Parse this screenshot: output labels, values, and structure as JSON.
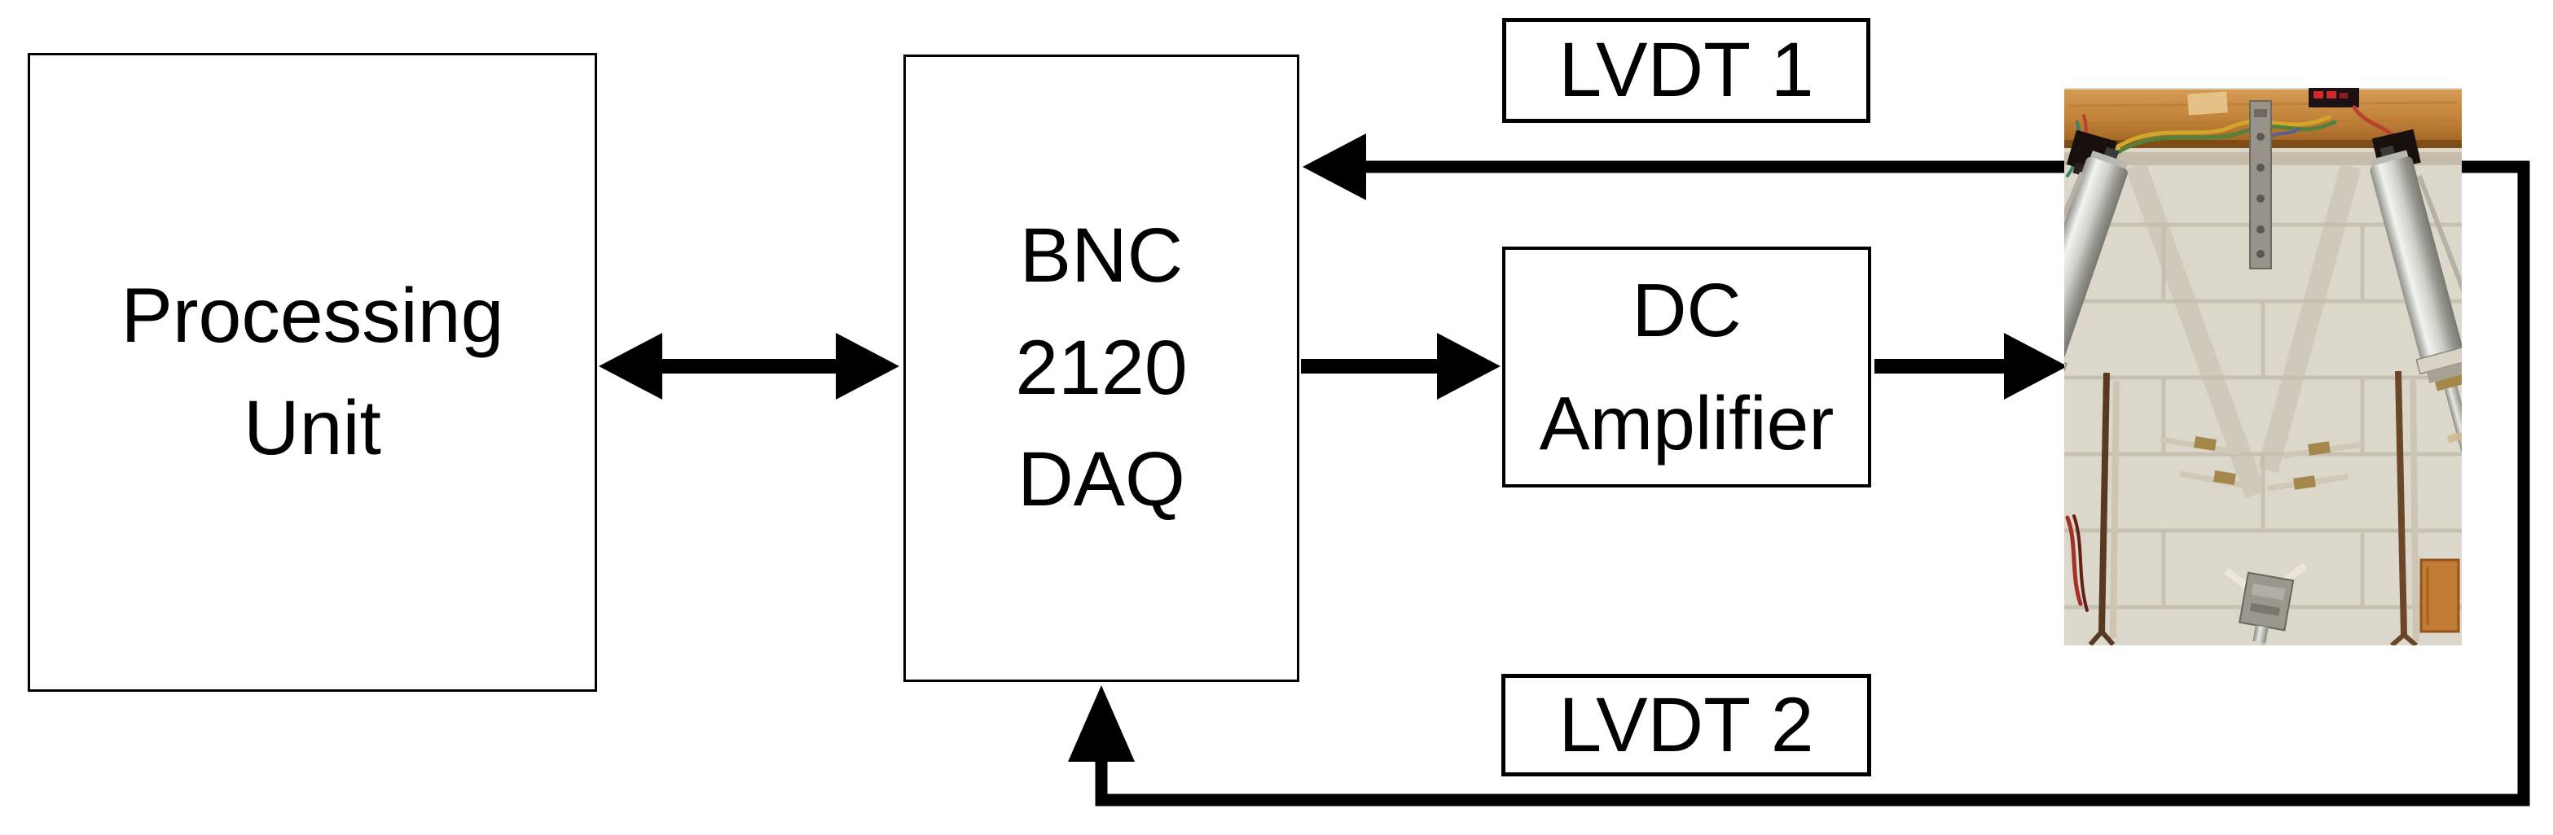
{
  "figure": {
    "background": "#ffffff",
    "line_color": "#000000",
    "box_border_color": "#000000",
    "boxes": {
      "processing_unit": {
        "label": "Processing\nUnit"
      },
      "daq": {
        "label": "BNC\n2120\nDAQ"
      },
      "dc_amplifier": {
        "label": "DC\nAmplifier"
      },
      "lvdt1": {
        "label": "LVDT 1"
      },
      "lvdt2": {
        "label": "LVDT 2"
      }
    }
  }
}
